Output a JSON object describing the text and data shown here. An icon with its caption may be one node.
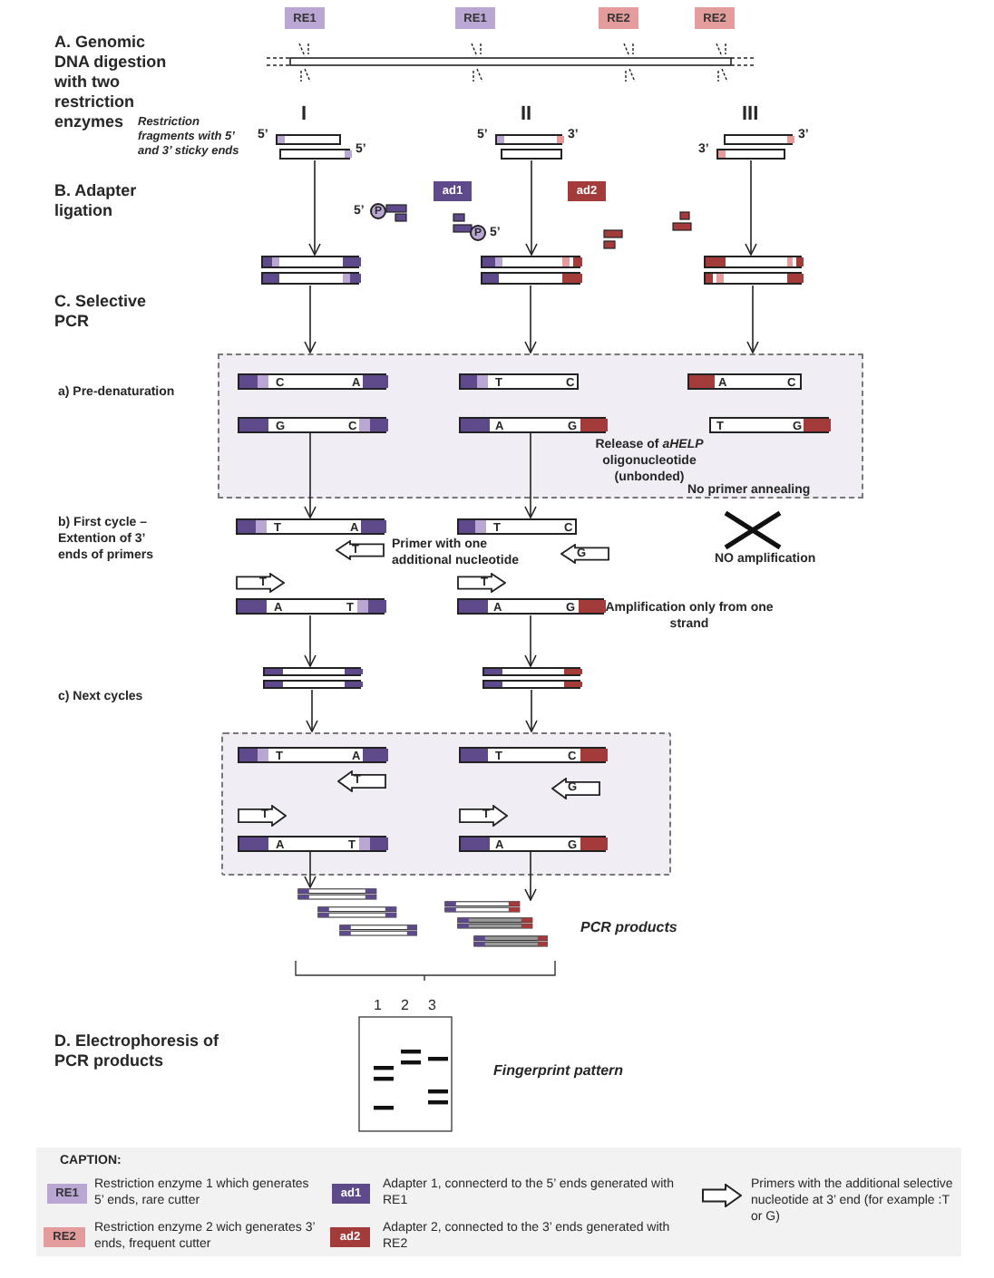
{
  "diagram": {
    "nodes": [
      {
        "text": [
          "RE1"
        ]
      },
      {
        "text": [
          "RE1"
        ]
      },
      {
        "text": [
          "RE2"
        ]
      },
      {
        "text": [
          "RE2"
        ]
      },
      {
        "text": [],
        "shape": "bar",
        "beside": [
          "5’"
        ]
      },
      {
        "text": [],
        "shape": "bar",
        "beside": [
          "5’"
        ]
      },
      {
        "text": [],
        "shape": "bar",
        "beside": [
          "5’",
          "3’"
        ]
      },
      {
        "text": [],
        "shape": "bar"
      },
      {
        "text": [],
        "shape": "bar",
        "beside": [
          "3’"
        ]
      },
      {
        "text": [],
        "shape": "bar",
        "beside": [
          "3’"
        ]
      },
      {
        "text": [
          "ad1"
        ]
      },
      {
        "text": [
          "ad2"
        ]
      },
      {
        "text": [
          "P"
        ],
        "beside": [
          "5’"
        ]
      },
      {
        "text": [
          "P"
        ],
        "beside": [
          "5’"
        ]
      },
      {
        "text": [],
        "shape": "bar"
      },
      {
        "text": [],
        "shape": "bar"
      },
      {
        "text": [],
        "shape": "bar"
      },
      {
        "text": [],
        "shape": "bar"
      },
      {
        "text": [],
        "shape": "bar"
      },
      {
        "text": [],
        "shape": "bar"
      },
      {
        "text": [
          "Release of *aHELP* oligonucleotide (unbonded)",
          "No primer annealing"
        ]
      },
      {
        "text": [
          "C",
          "A"
        ],
        "in": 20
      },
      {
        "text": [
          "T",
          "C"
        ],
        "in": 20
      },
      {
        "text": [
          "A",
          "C"
        ],
        "in": 20
      },
      {
        "text": [
          "G",
          "C"
        ],
        "in": 20
      },
      {
        "text": [
          "A",
          "G"
        ],
        "in": 20
      },
      {
        "text": [
          "T",
          "G"
        ],
        "in": 20
      },
      {
        "text": [
          "T",
          "A"
        ]
      },
      {
        "text": [
          "T",
          "C"
        ]
      },
      {
        "text": [
          "T"
        ]
      },
      {
        "text": [
          "G"
        ]
      },
      {
        "text": [
          "T"
        ]
      },
      {
        "text": [
          "T"
        ]
      },
      {
        "text": [
          "A",
          "T"
        ]
      },
      {
        "text": [
          "A",
          "G"
        ]
      },
      {
        "text": [],
        "shape": "bar"
      },
      {
        "text": [],
        "shape": "bar"
      },
      {
        "text": [],
        "shape": "bar"
      },
      {
        "text": [],
        "shape": "bar"
      },
      {
        "text": [],
        "shape": "box"
      },
      {
        "text": [
          "T",
          "A"
        ],
        "in": 39
      },
      {
        "text": [
          "T",
          "C"
        ],
        "in": 39
      },
      {
        "text": [
          "T"
        ],
        "in": 39
      },
      {
        "text": [
          "G"
        ],
        "in": 39
      },
      {
        "text": [
          "T"
        ],
        "in": 39
      },
      {
        "text": [
          "T"
        ],
        "in": 39
      },
      {
        "text": [
          "A",
          "T"
        ],
        "in": 39
      },
      {
        "text": [
          "A",
          "G"
        ],
        "in": 39
      },
      {
        "text": [],
        "shape": "bar"
      },
      {
        "text": [],
        "shape": "bar"
      }
    ],
    "edges": [
      {
        "from": 5,
        "to": 14,
        "arrow": "to"
      },
      {
        "from": 7,
        "to": 16,
        "arrow": "to"
      },
      {
        "from": 9,
        "to": 18,
        "arrow": "to"
      },
      {
        "from": 15,
        "to": 20,
        "arrow": "to"
      },
      {
        "from": 17,
        "to": 20,
        "arrow": "to"
      },
      {
        "from": 19,
        "to": 20,
        "arrow": "to"
      },
      {
        "from": 24,
        "to": 27,
        "arrow": "to"
      },
      {
        "from": 25,
        "to": 28,
        "arrow": "to"
      },
      {
        "from": 33,
        "to": 35,
        "arrow": "to"
      },
      {
        "from": 34,
        "to": 36,
        "arrow": "to"
      },
      {
        "from": 37,
        "to": 39,
        "arrow": "to"
      },
      {
        "from": 38,
        "to": 39,
        "arrow": "to"
      },
      {
        "from": 46,
        "to": 48,
        "arrow": "to"
      },
      {
        "from": 47,
        "to": 49,
        "arrow": "to"
      }
    ],
    "labels": [
      "A. Genomic DNA digestion with two restriction enzymes",
      "I",
      "II",
      "III",
      "Restriction fragments with 5’ and 3’ sticky ends",
      "B. Adapter ligation",
      "C. Selective PCR",
      "a) Pre-denaturation",
      "b) First cycle – Extention of 3’ ends of primers",
      "Primer with one additional nucleotide",
      "NO amplification",
      "Amplification only from one strand",
      "c) Next cycles",
      "PCR products",
      "1",
      "2",
      "3",
      "D. Electrophoresis of PCR products",
      "Fingerprint pattern",
      "CAPTION:",
      "RE1",
      "ad1",
      "RE2",
      "ad2"
    ],
    "legend": [
      {
        "text": "Restriction enzyme 1 which generates 5’ ends, rare cutter",
        "color": "#b9a6d2"
      },
      {
        "text": "Adapter 1, connecterd to the 5’ ends generated with RE1",
        "color": "#5e4a8a"
      },
      {
        "text": "Primers with the additional selective nucleotide at 3’ end (for example :T or G)"
      },
      {
        "text": "Restriction enzyme 2 wich generates 3’ ends, frequent cutter",
        "color": "#e39b9b"
      },
      {
        "text": "Adapter 2, connected to the 3’ ends generated with RE2",
        "color": "#a33b3b"
      }
    ]
  }
}
